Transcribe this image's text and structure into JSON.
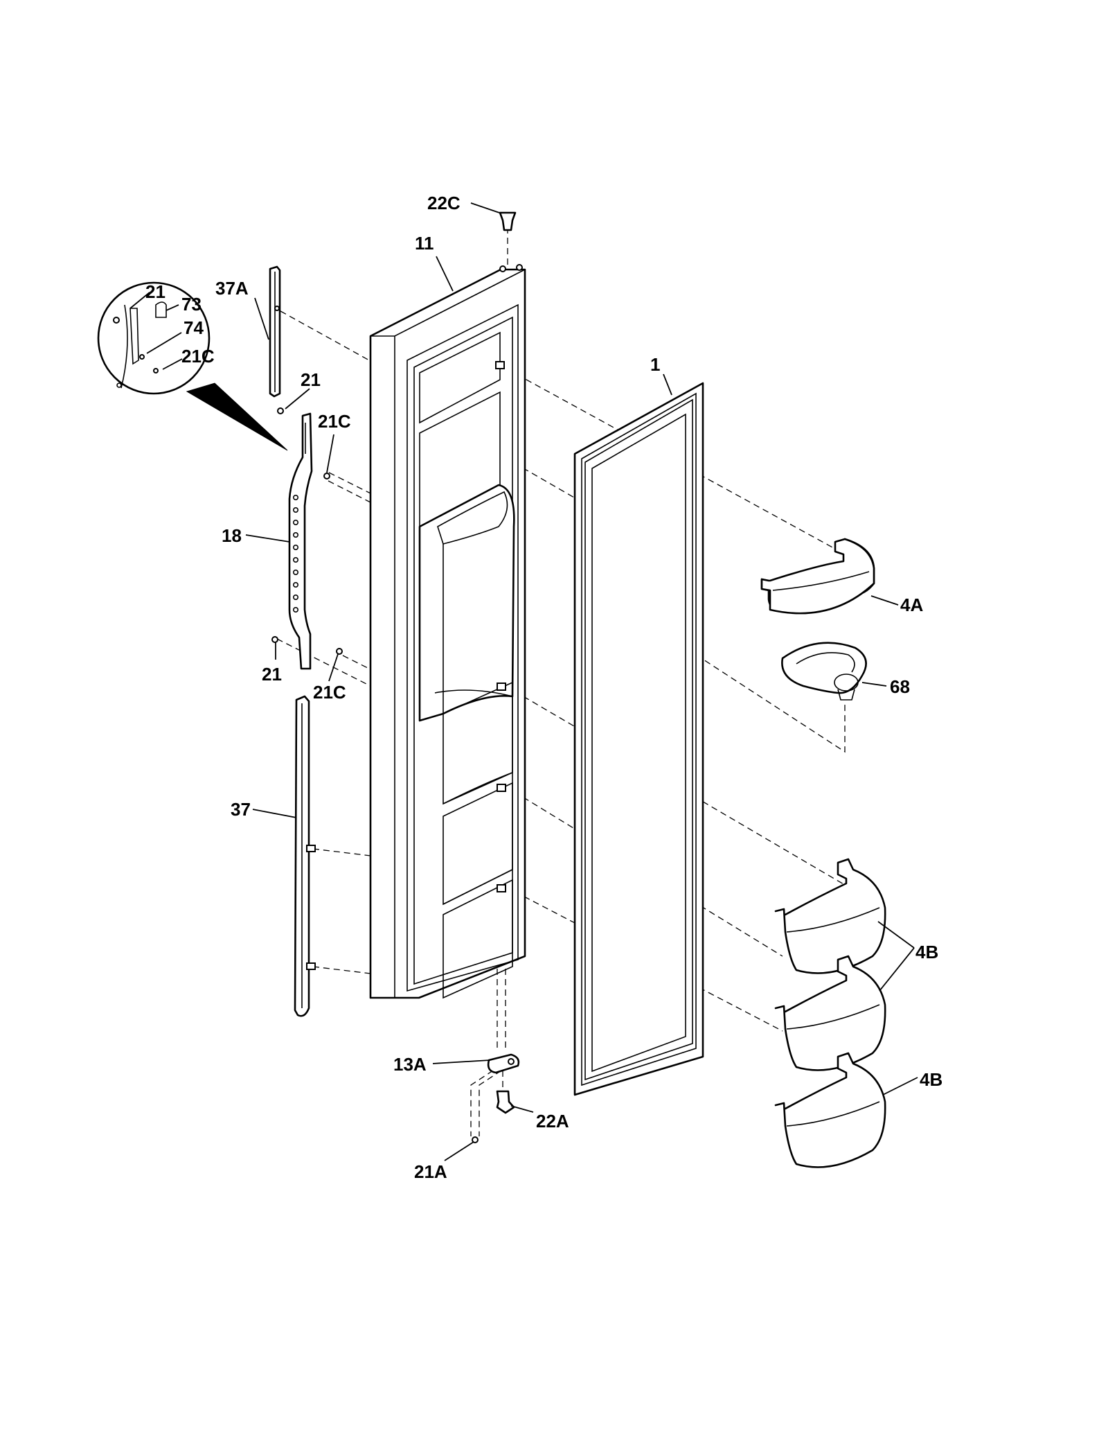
{
  "callouts": {
    "c22C": "22C",
    "c11": "11",
    "c21_detail": "21",
    "c73": "73",
    "c37A": "37A",
    "c74": "74",
    "c21C_detail": "21C",
    "c1": "1",
    "c21_upper": "21",
    "c21C_upper": "21C",
    "c18": "18",
    "c4A": "4A",
    "c68": "68",
    "c21_lower": "21",
    "c21C_lower": "21C",
    "c37": "37",
    "c4B_upper": "4B",
    "c4B_lower": "4B",
    "c13A": "13A",
    "c22A": "22A",
    "c21A": "21A"
  },
  "colors": {
    "line": "#000000",
    "background": "#ffffff"
  }
}
